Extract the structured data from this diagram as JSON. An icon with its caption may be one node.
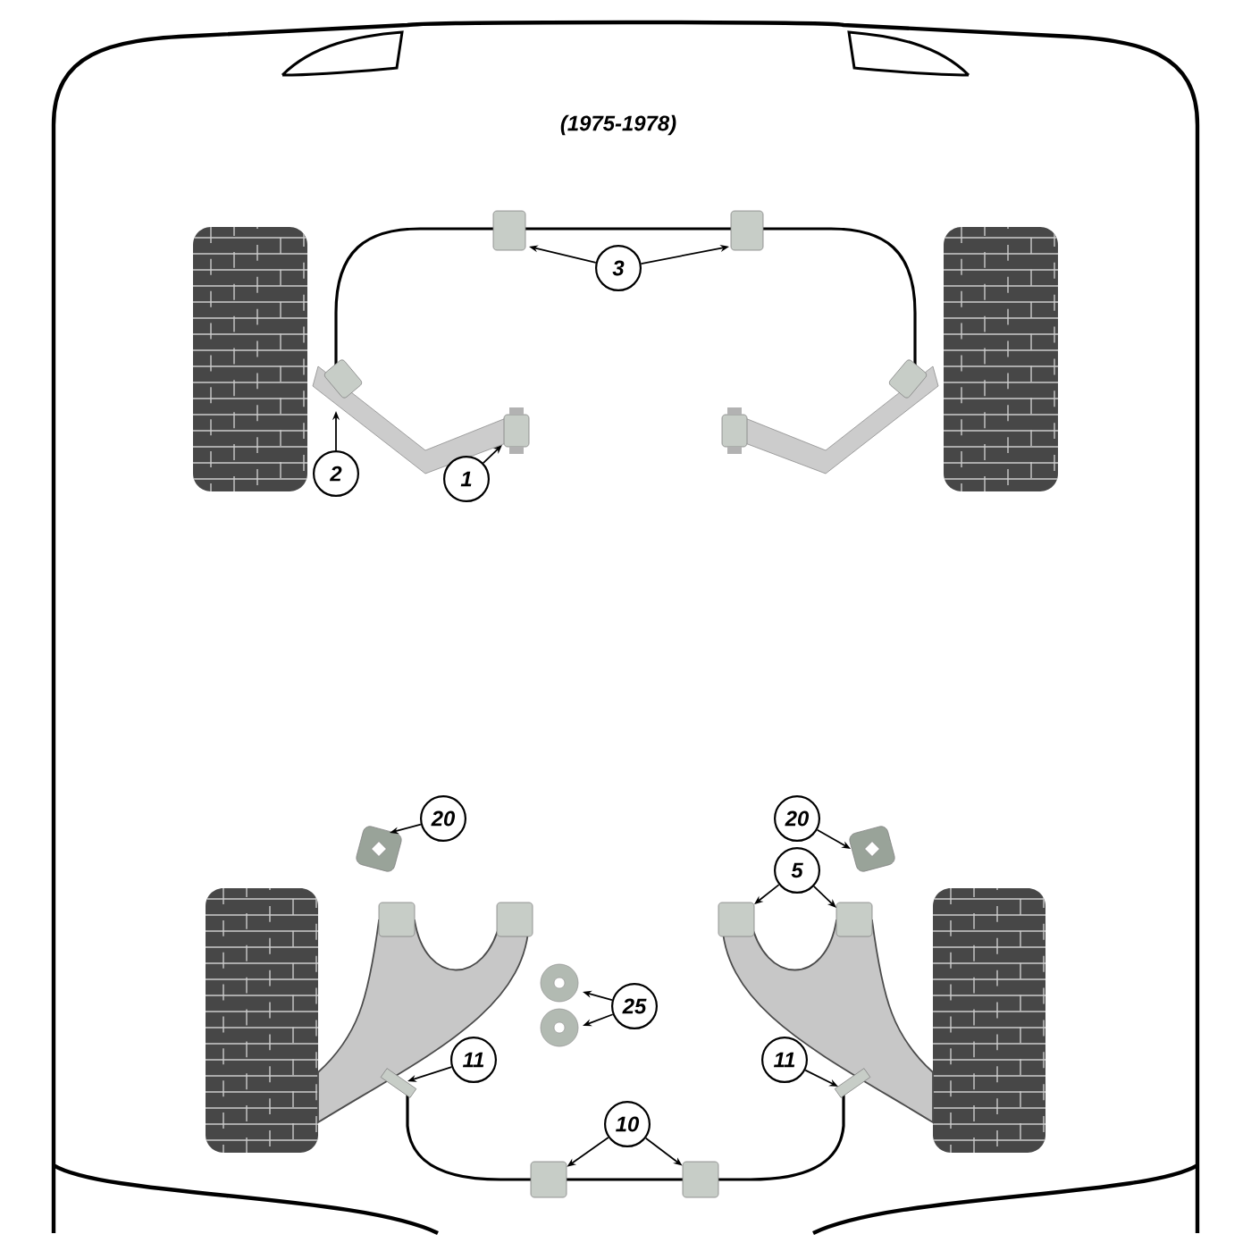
{
  "diagram": {
    "title": "(1975-1978)",
    "nodes": [
      {
        "text": [
          "3"
        ]
      },
      {
        "text": [
          "2"
        ]
      },
      {
        "text": [
          "1"
        ]
      },
      {
        "text": [
          "20"
        ]
      },
      {
        "text": [
          "20"
        ]
      },
      {
        "text": [
          "5"
        ]
      },
      {
        "text": [
          "25"
        ]
      },
      {
        "text": [
          "11"
        ]
      },
      {
        "text": [
          "11"
        ]
      },
      {
        "text": [
          "10"
        ]
      },
      {
        "text": [],
        "shape": "box"
      },
      {
        "text": [],
        "shape": "box"
      }
    ],
    "edges": [
      {
        "from": 0,
        "to": null,
        "arrow": "to"
      },
      {
        "from": 0,
        "to": null,
        "arrow": "to"
      },
      {
        "from": 1,
        "to": null,
        "arrow": "to"
      },
      {
        "from": 2,
        "to": null,
        "arrow": "to"
      },
      {
        "from": 3,
        "to": null,
        "arrow": "to"
      },
      {
        "from": 4,
        "to": null,
        "arrow": "to"
      },
      {
        "from": 5,
        "to": null,
        "arrow": "to"
      },
      {
        "from": 5,
        "to": null,
        "arrow": "to"
      },
      {
        "from": 6,
        "to": null,
        "arrow": "to"
      },
      {
        "from": 6,
        "to": null,
        "arrow": "to"
      },
      {
        "from": 7,
        "to": null,
        "arrow": "to"
      },
      {
        "from": 8,
        "to": null,
        "arrow": "to"
      },
      {
        "from": 9,
        "to": 10,
        "arrow": "to"
      },
      {
        "from": 9,
        "to": 11,
        "arrow": "to"
      }
    ]
  }
}
